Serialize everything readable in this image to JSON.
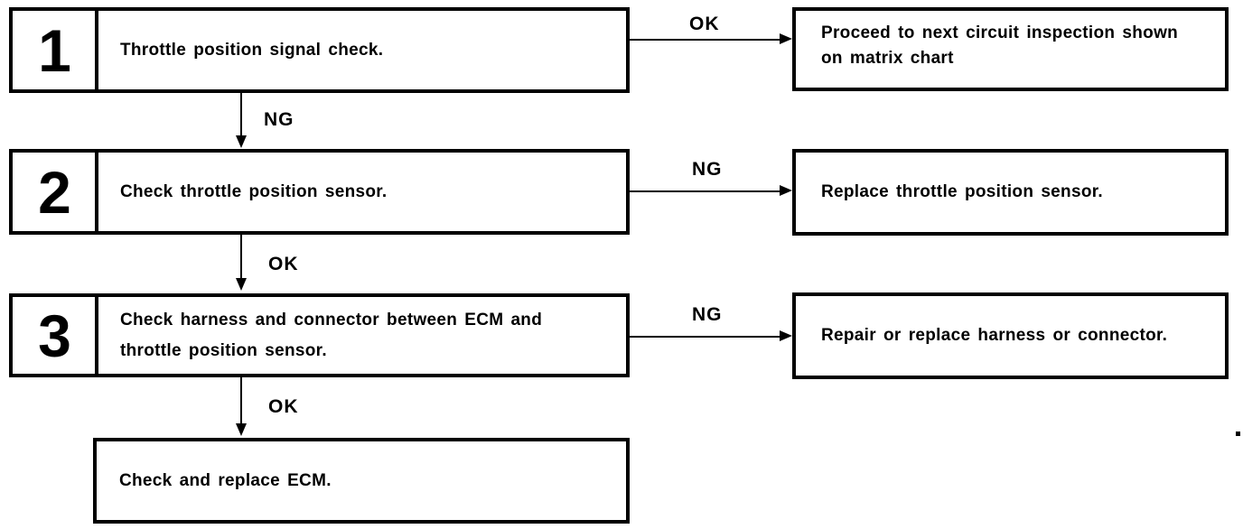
{
  "steps": [
    {
      "number": "1",
      "text": "Throttle position signal check."
    },
    {
      "number": "2",
      "text": "Check throttle position sensor."
    },
    {
      "number": "3",
      "text": "Check harness and connector between ECM and throttle position sensor."
    }
  ],
  "final_step": {
    "text": "Check and replace ECM."
  },
  "results": [
    {
      "text": "Proceed to next circuit inspection shown on matrix chart"
    },
    {
      "text": "Replace throttle position sensor."
    },
    {
      "text": "Repair or replace harness or connector."
    }
  ],
  "connectors": [
    {
      "from": "step-1",
      "to": "result-1",
      "direction": "right",
      "label": "OK"
    },
    {
      "from": "step-1",
      "to": "step-2",
      "direction": "down",
      "label": "NG"
    },
    {
      "from": "step-2",
      "to": "result-2",
      "direction": "right",
      "label": "NG"
    },
    {
      "from": "step-2",
      "to": "step-3",
      "direction": "down",
      "label": "OK"
    },
    {
      "from": "step-3",
      "to": "result-3",
      "direction": "right",
      "label": "NG"
    },
    {
      "from": "step-3",
      "to": "final-step",
      "direction": "down",
      "label": "OK"
    }
  ],
  "colors": {
    "line": "#000000",
    "background": "#ffffff",
    "text": "#000000"
  }
}
